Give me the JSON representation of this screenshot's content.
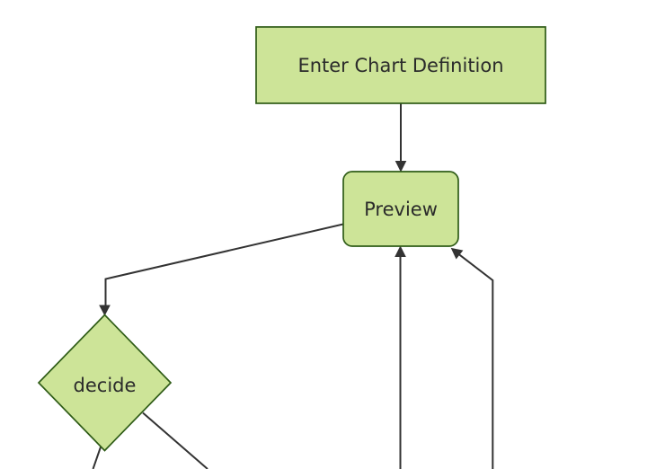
{
  "diagram": {
    "type": "flowchart",
    "orientation": "top-down",
    "cropped": "bottom edge of chart continues off-screen",
    "nodes": [
      {
        "id": "enter-chart-definition",
        "shape": "rectangle",
        "label": "Enter Chart Definition"
      },
      {
        "id": "preview",
        "shape": "rounded-rectangle",
        "label": "Preview"
      },
      {
        "id": "decide",
        "shape": "diamond",
        "label": "decide"
      }
    ],
    "edges": [
      {
        "from": "enter-chart-definition",
        "to": "preview",
        "arrow": true,
        "label": ""
      },
      {
        "from": "preview",
        "to": "decide",
        "arrow": true,
        "label": ""
      },
      {
        "from": "offscreen-bottom-center",
        "to": "preview",
        "arrow": true,
        "label": ""
      },
      {
        "from": "offscreen-bottom-right",
        "to": "preview",
        "arrow": true,
        "label": ""
      },
      {
        "from": "decide",
        "to": "offscreen-bottom-left",
        "arrow": false,
        "label": ""
      },
      {
        "from": "decide",
        "to": "offscreen-bottom-right",
        "arrow": false,
        "label": ""
      }
    ],
    "colors": {
      "node_fill": "#cde498",
      "node_border": "#2f5c17",
      "edge": "#333333",
      "text": "#2b2b2b",
      "background": "#ffffff"
    }
  }
}
